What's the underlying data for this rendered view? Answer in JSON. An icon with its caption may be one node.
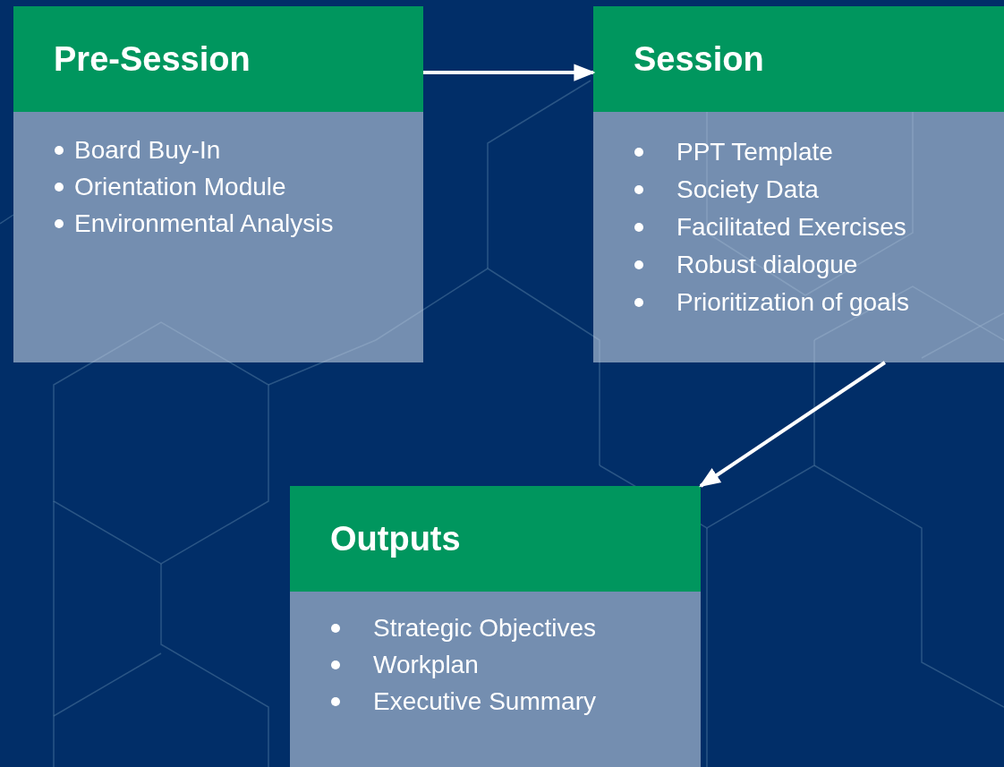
{
  "diagram": {
    "nodes": [
      {
        "text": [
          "Pre-Session",
          "Board Buy-In",
          "Orientation Module",
          "Environmental Analysis"
        ]
      },
      {
        "text": [
          "Session",
          "PPT Template",
          "Society Data",
          "Facilitated Exercises",
          "Robust dialogue",
          "Prioritization of goals"
        ]
      },
      {
        "text": [
          "Outputs",
          "Strategic Objectives",
          "Workplan",
          "Executive Summary"
        ]
      }
    ],
    "edges": [
      {
        "from": 0,
        "to": 1,
        "arrow": "to"
      },
      {
        "from": 1,
        "to": 2,
        "arrow": "to"
      }
    ]
  }
}
